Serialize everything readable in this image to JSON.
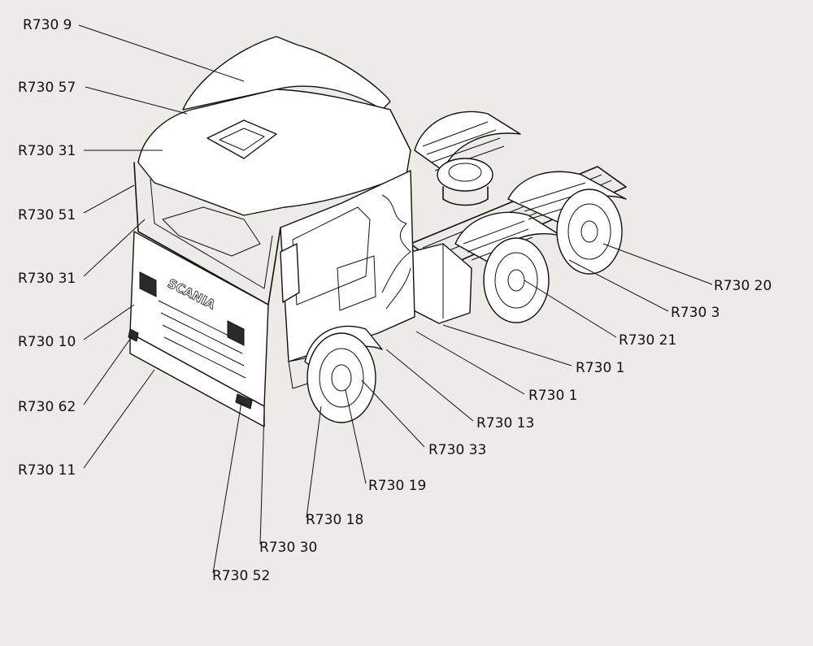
{
  "diagram": {
    "background_color": "#ecebe7",
    "ink_color": "#111111",
    "brand_text": "SCANIA",
    "callouts": [
      {
        "id": "c1",
        "label": "R730 9"
      },
      {
        "id": "c2",
        "label": "R730 57"
      },
      {
        "id": "c3",
        "label": "R730 31"
      },
      {
        "id": "c4",
        "label": "R730 51"
      },
      {
        "id": "c5",
        "label": "R730 31"
      },
      {
        "id": "c6",
        "label": "R730 10"
      },
      {
        "id": "c7",
        "label": "R730 62"
      },
      {
        "id": "c8",
        "label": "R730 11"
      },
      {
        "id": "c9",
        "label": "R730 20"
      },
      {
        "id": "c10",
        "label": "R730 3"
      },
      {
        "id": "c11",
        "label": "R730 21"
      },
      {
        "id": "c12",
        "label": "R730 1"
      },
      {
        "id": "c13",
        "label": "R730 1"
      },
      {
        "id": "c14",
        "label": "R730 13"
      },
      {
        "id": "c15",
        "label": "R730 33"
      },
      {
        "id": "c16",
        "label": "R730 19"
      },
      {
        "id": "c17",
        "label": "R730 18"
      },
      {
        "id": "c18",
        "label": "R730 30"
      },
      {
        "id": "c19",
        "label": "R730 52"
      }
    ]
  }
}
